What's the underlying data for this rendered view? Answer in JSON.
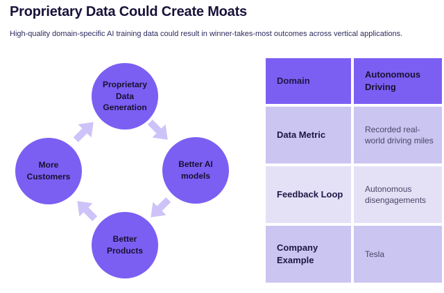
{
  "header": {
    "title": "Proprietary Data Could Create Moats",
    "subtitle": "High-quality domain-specific AI training data could result in winner-takes-most outcomes across vertical applications."
  },
  "flywheel": {
    "nodes": [
      {
        "label": "Proprietary Data Generation"
      },
      {
        "label": "Better AI models"
      },
      {
        "label": "Better Products"
      },
      {
        "label": "More Customers"
      }
    ],
    "arrows": [
      "flow-arrow-top-to-right",
      "flow-arrow-right-to-bottom",
      "flow-arrow-bottom-to-left",
      "flow-arrow-left-to-top"
    ]
  },
  "table": {
    "rows": [
      {
        "label": "Domain",
        "value": "Autonomous Driving"
      },
      {
        "label": "Data Metric",
        "value": "Recorded real-world driving miles"
      },
      {
        "label": "Feedback Loop",
        "value": "Autonomous disengagements"
      },
      {
        "label": "Company Example",
        "value": "Tesla"
      }
    ]
  },
  "colors": {
    "accent_purple": "#7b5ff3",
    "row_light_purple": "#cbc5f2",
    "row_lighter_purple": "#e4e1f7",
    "arrow_lavender": "#cdc3f8",
    "title_navy": "#171239"
  }
}
